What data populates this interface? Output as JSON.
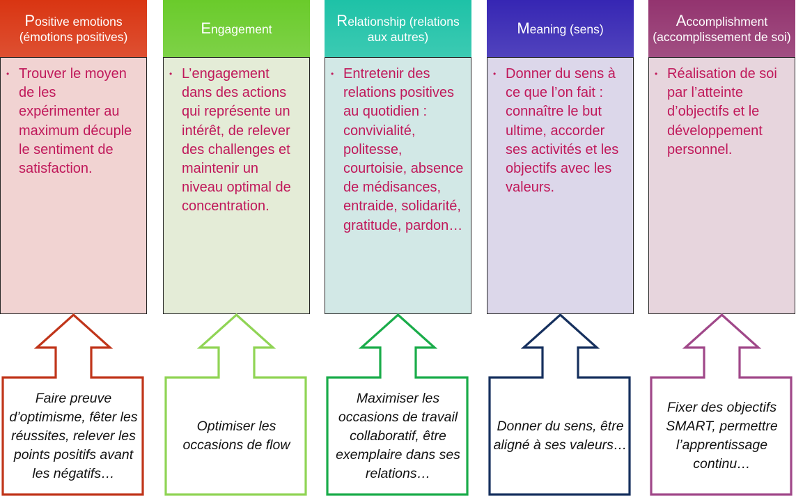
{
  "columns": [
    {
      "initial": "P",
      "header_rest": "ositive emotions (émotions positives)",
      "header_color": "#d93512",
      "body_bg": "#f1d3d2",
      "body": "Trouver le moyen de les expérimenter au maximum décuple le sentiment de satisfaction.",
      "arrow_color": "#c0351a",
      "arrow_text": "Faire preuve d’optimisme, fêter les réussites, relever les points positifs avant les négatifs…"
    },
    {
      "initial": "E",
      "header_rest": "ngagement",
      "header_color": "#6acb2b",
      "body_bg": "#e4ecd7",
      "body": "L’engagement dans des actions qui représente un intérêt, de relever des challenges et maintenir un niveau optimal de concentration.",
      "arrow_color": "#90d455",
      "arrow_text": "Optimiser les occasions de flow"
    },
    {
      "initial": "R",
      "header_rest": "elationship (relations aux autres)",
      "header_color": "#1ec2a7",
      "body_bg": "#d2e8e6",
      "body": "Entretenir des relations positives au quotidien : convivialité, politesse, courtoisie, absence de médisances, entraide, solidarité, gratitude, pardon…",
      "arrow_color": "#1aac4a",
      "arrow_text": "Maximiser les occasions de travail collaboratif, être exemplaire dans ses relations…"
    },
    {
      "initial": "M",
      "header_rest": "eaning (sens)",
      "header_color": "#3626b3",
      "body_bg": "#dcd7ea",
      "body": "Donner du sens à ce que l’on fait : connaître le but ultime, accorder ses activités et les objectifs avec les valeurs.",
      "arrow_color": "#16305e",
      "arrow_text": "Donner du sens, être aligné à ses valeurs…"
    },
    {
      "initial": "A",
      "header_rest": "ccomplishment (accomplissement de soi)",
      "header_color": "#93346f",
      "body_bg": "#e7d5dd",
      "body": "Réalisation de soi par l’atteinte d’objectifs et le développement personnel.",
      "arrow_color": "#a04889",
      "arrow_text": "Fixer des objectifs SMART, permettre l’apprentissage continu…"
    }
  ]
}
